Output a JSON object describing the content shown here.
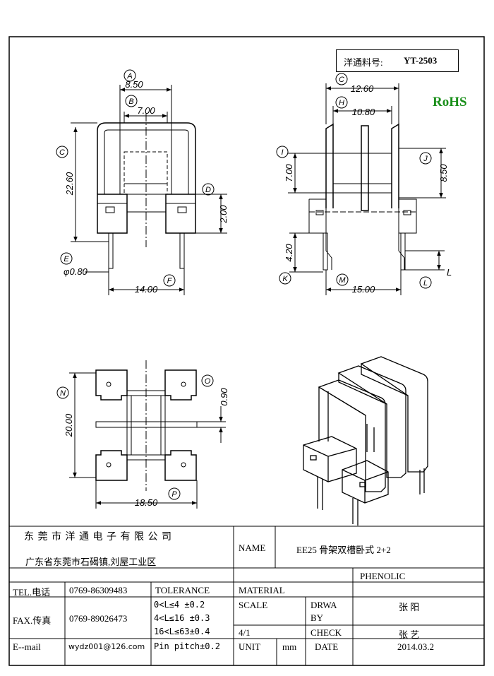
{
  "part_number": {
    "label": "洋通料号:",
    "value": "YT-2503"
  },
  "rohs": "RoHS",
  "dims": {
    "A": "8.50",
    "B": "7.00",
    "C": "22.60",
    "D": "2.00",
    "E": "φ0.80",
    "F": "14.00",
    "C2": "12.60",
    "H": "10.80",
    "I": "7.00",
    "J": "8.50",
    "K": "4.20",
    "M": "15.00",
    "L": "L",
    "N": "20.00",
    "O": "0.90",
    "P": "18.50"
  },
  "labels": [
    "A",
    "B",
    "C",
    "D",
    "E",
    "F",
    "C",
    "H",
    "I",
    "J",
    "K",
    "M",
    "L",
    "N",
    "O",
    "P"
  ],
  "title_block": {
    "company": "东 莞 市 洋 通 电 子 有 限 公 司",
    "address": "广东省东莞市石碣镇,刘屋工业区",
    "name_label": "NAME",
    "name_value": "EE25 骨架双槽卧式 2+2",
    "material_value": "PHENOLIC",
    "tel_label": "TEL.电话",
    "tel_value": "0769-86309483",
    "tolerance_label": "TOLERANCE",
    "material_label": "MATERIAL",
    "fax_label": "FAX.传真",
    "fax_value": "0769-89026473",
    "tol1": "0<L≤4  ±0.2",
    "tol2": "4<L≤16 ±0.3",
    "tol3": "16<L≤63±0.4",
    "tol4": "Pin pitch±0.2",
    "scale_label": "SCALE",
    "scale_value": "4/1",
    "drawn_label1": "DRWA",
    "drawn_label2": "BY",
    "drawn_value": "张 阳",
    "check_label": "CHECK",
    "check_value": "张 艺",
    "email_label": "E--mail",
    "email_value": "wydz001@126.com",
    "unit_label": "UNIT",
    "unit_value": "mm",
    "date_label": "DATE",
    "date_value": "2014.03.2"
  }
}
